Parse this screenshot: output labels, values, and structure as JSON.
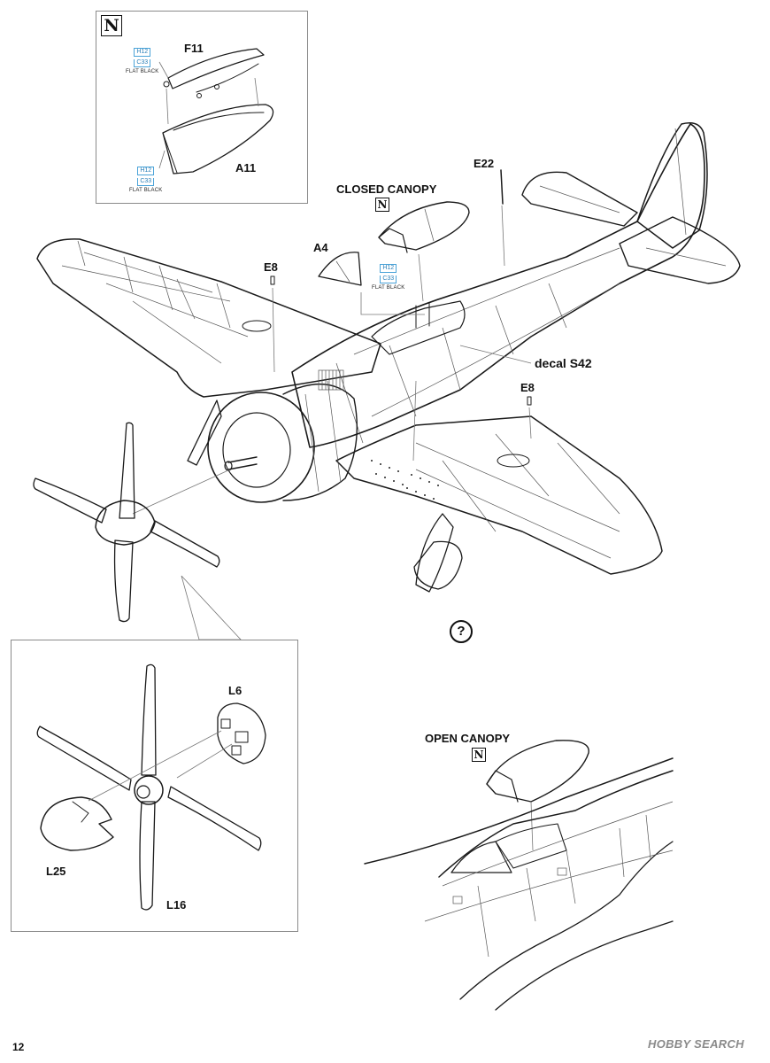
{
  "page": {
    "number": "12"
  },
  "inset_top": {
    "marker": "N",
    "parts": {
      "upper": "F11",
      "lower": "A11"
    },
    "callout_upper": {
      "h": "H12",
      "c": "C33",
      "finish": "FLAT BLACK"
    },
    "callout_lower": {
      "h": "H12",
      "c": "C33",
      "finish": "FLAT BLACK"
    }
  },
  "main": {
    "closed_canopy": {
      "title": "CLOSED CANOPY",
      "marker": "N"
    },
    "windscreen": {
      "part": "A4",
      "callout": {
        "h": "H12",
        "c": "C33",
        "finish": "FLAT BLACK"
      }
    },
    "antenna": "E22",
    "pins": [
      "E8",
      "E8"
    ],
    "decal": "decal S42",
    "question_mark": "?"
  },
  "propeller_inset": {
    "backplate": "L6",
    "spinner": "L25",
    "propeller": "L16"
  },
  "open_canopy": {
    "title": "OPEN CANOPY",
    "marker": "N"
  },
  "watermark": "HOBBY SEARCH",
  "colors": {
    "ink": "#1a1a1a",
    "callout": "#4aa3d8",
    "frame": "#8a8a8a"
  }
}
